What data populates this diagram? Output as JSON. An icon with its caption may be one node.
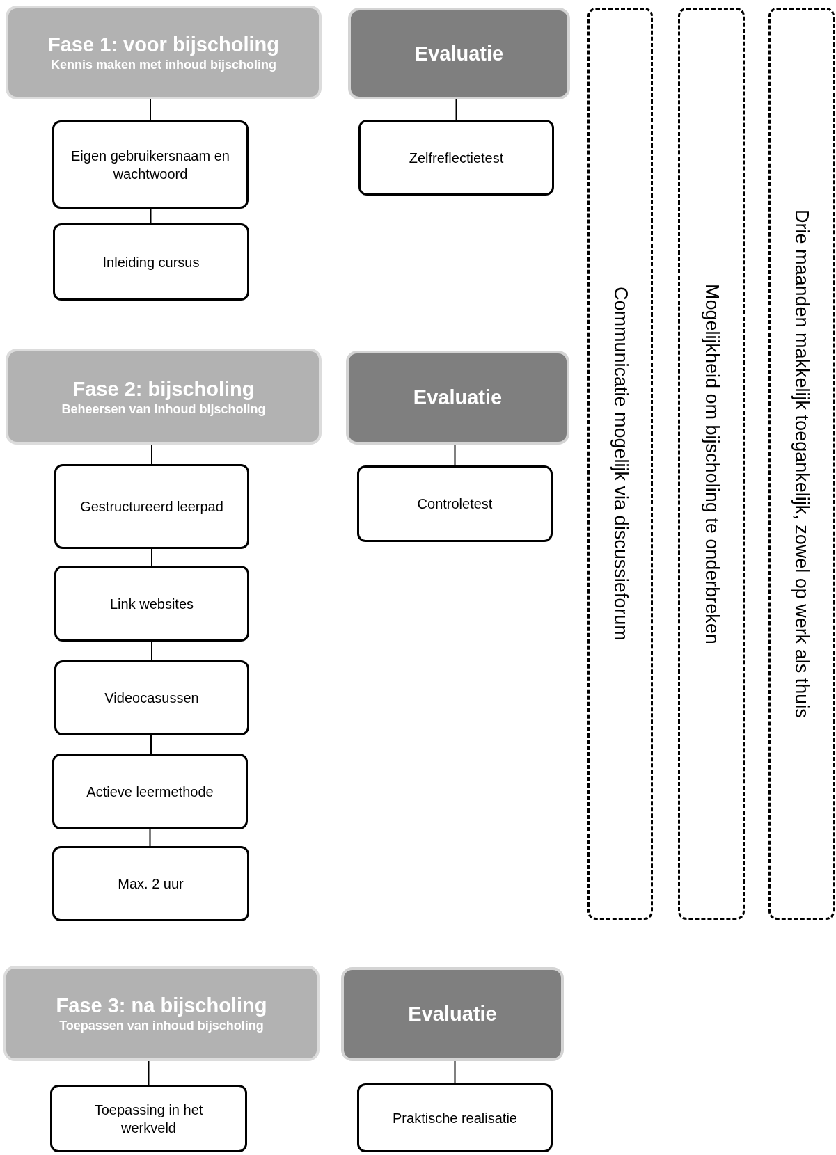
{
  "diagram": {
    "nodes": [
      {
        "text": [
          "Fase 1: voor bijscholing",
          "Kennis maken met inhoud bijscholing"
        ]
      },
      {
        "text": [
          "Evaluatie"
        ]
      },
      {
        "text": [
          "Communicatie mogelijk via discussieforum"
        ]
      },
      {
        "text": [
          "Mogelijkheid om bijscholing te onderbreken"
        ]
      },
      {
        "text": [
          "Drie maanden makkelijk toegankelijk, zowel op werk als thuis"
        ]
      },
      {
        "text": [
          "Eigen gebruikersnaam en wachtwoord"
        ]
      },
      {
        "text": [
          "Zelfreflectietest"
        ]
      },
      {
        "text": [
          "Inleiding cursus"
        ]
      },
      {
        "text": [
          "Fase 2: bijscholing",
          "Beheersen van inhoud bijscholing"
        ]
      },
      {
        "text": [
          "Evaluatie"
        ]
      },
      {
        "text": [
          "Gestructureerd leerpad"
        ]
      },
      {
        "text": [
          "Controletest"
        ]
      },
      {
        "text": [
          "Link websites"
        ]
      },
      {
        "text": [
          "Videocasussen"
        ]
      },
      {
        "text": [
          "Actieve leermethode"
        ]
      },
      {
        "text": [
          "Max. 2 uur"
        ]
      },
      {
        "text": [
          "Fase 3: na bijscholing",
          "Toepassen van inhoud bijscholing"
        ]
      },
      {
        "text": [
          "Evaluatie"
        ]
      },
      {
        "text": [
          "Toepassing in het werkveld"
        ]
      },
      {
        "text": [
          "Praktische realisatie"
        ]
      }
    ],
    "edges": [
      {
        "from": 0,
        "to": 5,
        "arrow": "none"
      },
      {
        "from": 5,
        "to": 7,
        "arrow": "none"
      },
      {
        "from": 1,
        "to": 6,
        "arrow": "none"
      },
      {
        "from": 8,
        "to": 10,
        "arrow": "none"
      },
      {
        "from": 10,
        "to": 12,
        "arrow": "none"
      },
      {
        "from": 12,
        "to": 13,
        "arrow": "none"
      },
      {
        "from": 13,
        "to": 14,
        "arrow": "none"
      },
      {
        "from": 14,
        "to": 15,
        "arrow": "none"
      },
      {
        "from": 9,
        "to": 11,
        "arrow": "none"
      },
      {
        "from": 16,
        "to": 18,
        "arrow": "none"
      },
      {
        "from": 17,
        "to": 19,
        "arrow": "none"
      }
    ]
  }
}
